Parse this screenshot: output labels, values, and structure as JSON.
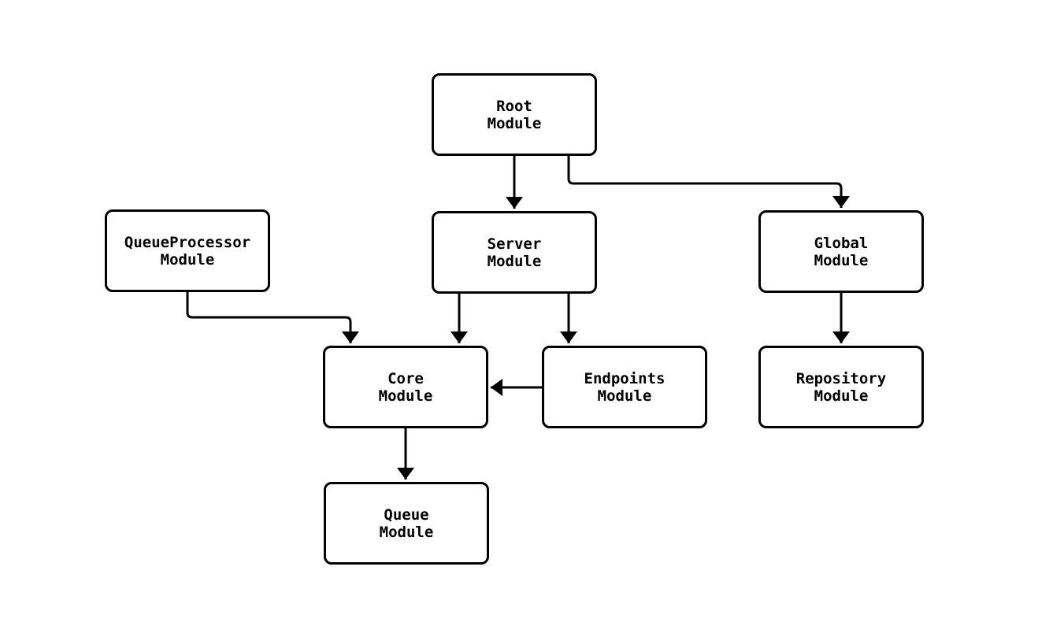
{
  "nodes": {
    "root": {
      "title": "Root",
      "subtitle": "Module"
    },
    "queue_processor": {
      "title": "QueueProcessor",
      "subtitle": "Module"
    },
    "server": {
      "title": "Server",
      "subtitle": "Module"
    },
    "global": {
      "title": "Global",
      "subtitle": "Module"
    },
    "core": {
      "title": "Core",
      "subtitle": "Module"
    },
    "endpoints": {
      "title": "Endpoints",
      "subtitle": "Module"
    },
    "repository": {
      "title": "Repository",
      "subtitle": "Module"
    },
    "queue": {
      "title": "Queue",
      "subtitle": "Module"
    }
  },
  "edges": [
    {
      "from": "Root Module",
      "to": "Server Module"
    },
    {
      "from": "Root Module",
      "to": "Global Module"
    },
    {
      "from": "QueueProcessor Module",
      "to": "Core Module"
    },
    {
      "from": "Server Module",
      "to": "Core Module"
    },
    {
      "from": "Server Module",
      "to": "Endpoints Module"
    },
    {
      "from": "Endpoints Module",
      "to": "Core Module"
    },
    {
      "from": "Global Module",
      "to": "Repository Module"
    },
    {
      "from": "Core Module",
      "to": "Queue Module"
    }
  ],
  "colors": {
    "background": "#ffffff",
    "node_fill": "#ffffff",
    "node_border": "#000000",
    "edge": "#000000",
    "text": "#000000"
  }
}
